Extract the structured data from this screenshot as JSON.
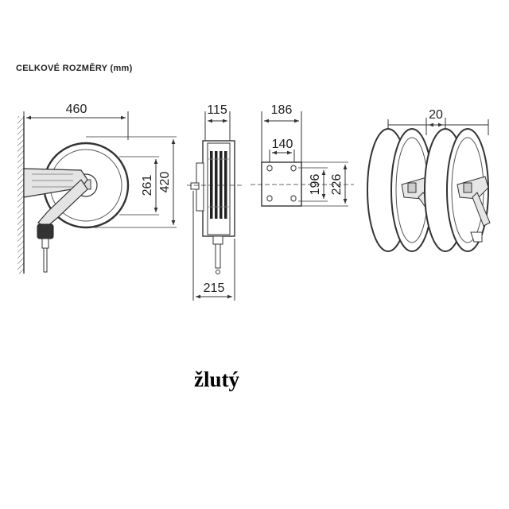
{
  "header": {
    "title": "CELKOVÉ ROZMĚRY",
    "unit": "(mm)"
  },
  "dimensions": {
    "front_width": "460",
    "front_inner_height": "261",
    "front_outer_height": "420",
    "side_top_width": "115",
    "side_bottom_width": "215",
    "plate_width": "186",
    "plate_hole_spacing_h": "140",
    "plate_hole_spacing_v": "196",
    "plate_height": "226",
    "double_spacing": "20"
  },
  "caption": "žlutý"
}
